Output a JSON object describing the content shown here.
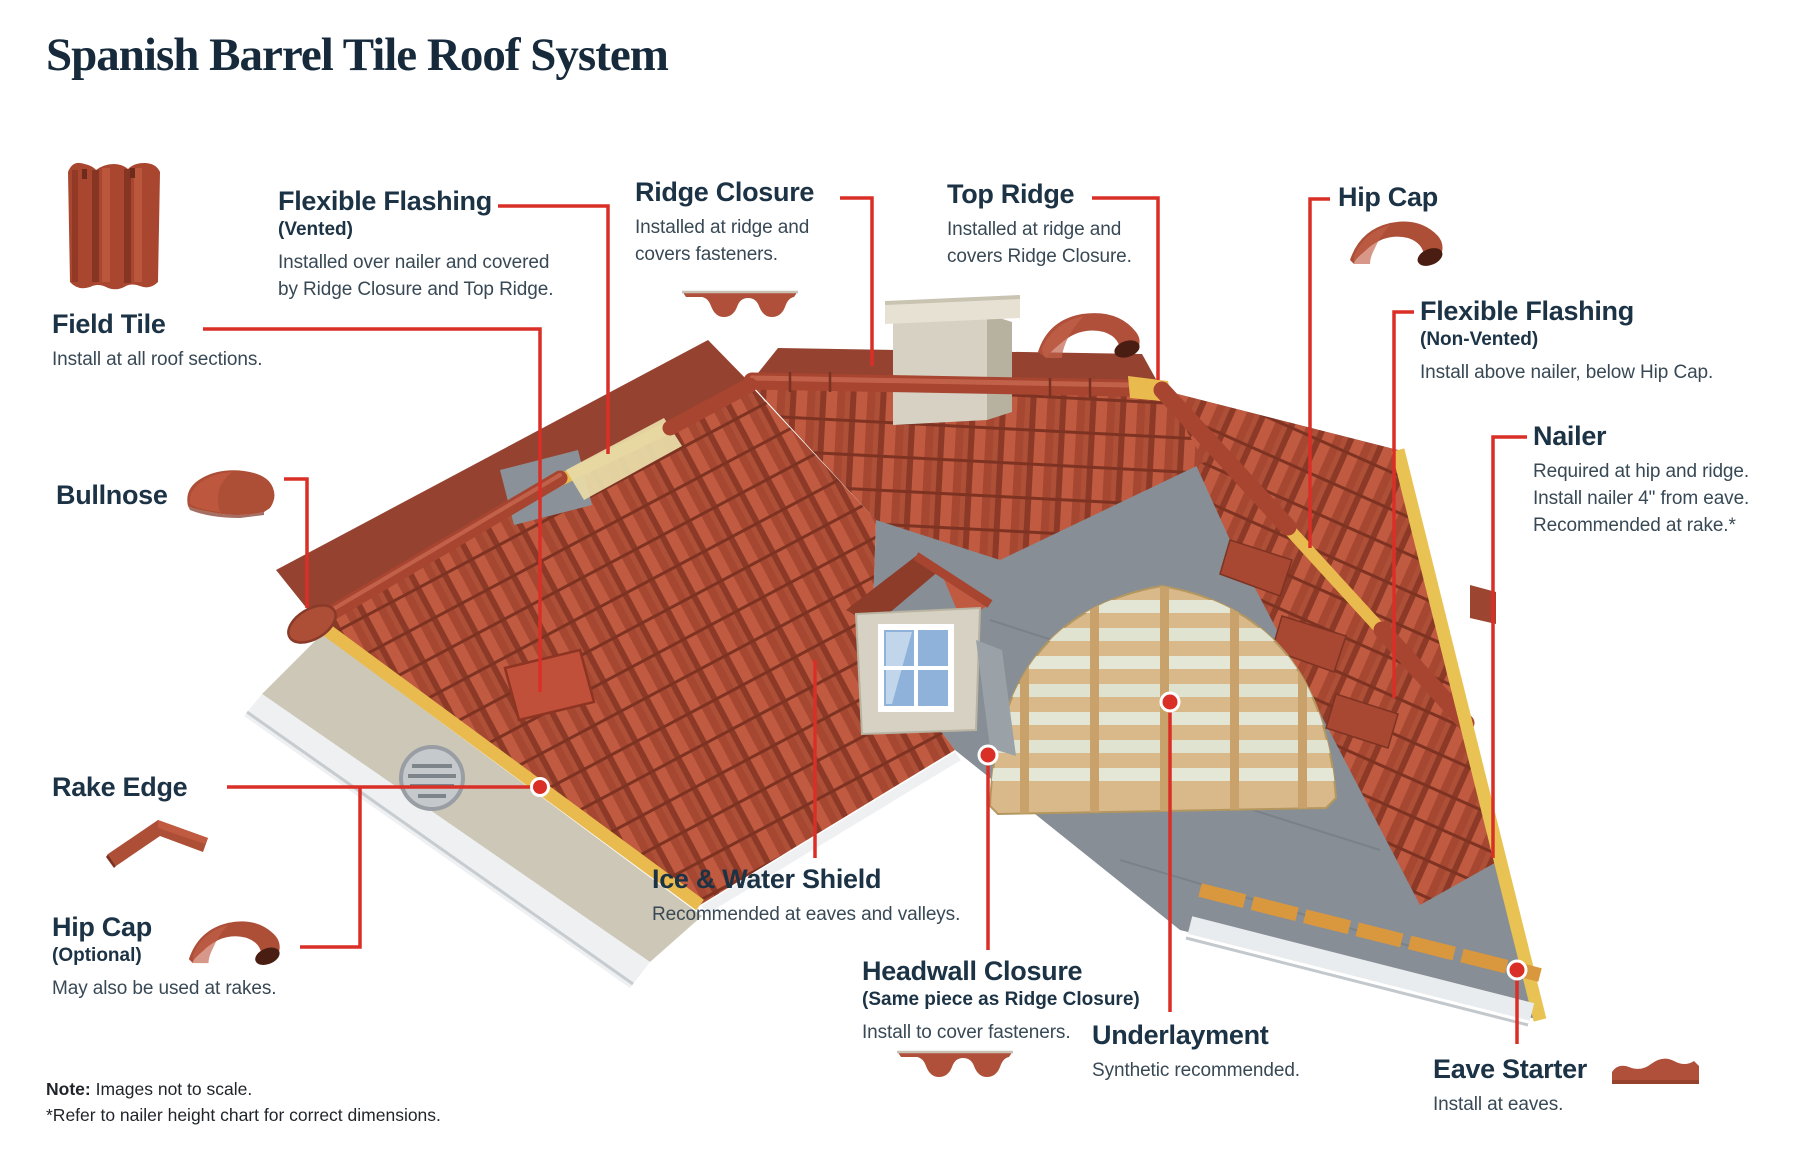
{
  "title": "Spanish Barrel Tile Roof System",
  "colors": {
    "accent_red": "#da2f27",
    "heading_navy": "#1c3245",
    "desc_gray": "#384955",
    "tile_terracotta": "#ae4f38",
    "nailer_yellow": "#e9bb4e",
    "underlayment_gray": "#878e95",
    "plywood_tan": "#d9b98a"
  },
  "callouts": {
    "field_tile": {
      "name": "Field Tile",
      "desc": "Install at all roof sections."
    },
    "flexible_flashing_vented": {
      "name": "Flexible Flashing",
      "qualifier": "(Vented)",
      "desc": "Installed over nailer and covered by Ridge Closure and Top Ridge."
    },
    "ridge_closure": {
      "name": "Ridge Closure",
      "desc": "Installed at ridge and covers fasteners."
    },
    "top_ridge": {
      "name": "Top Ridge",
      "desc": "Installed at ridge and covers Ridge Closure."
    },
    "hip_cap": {
      "name": "Hip Cap"
    },
    "flexible_flashing_nonvented": {
      "name": "Flexible Flashing",
      "qualifier": "(Non-Vented)",
      "desc": "Install above nailer, below Hip Cap."
    },
    "nailer": {
      "name": "Nailer",
      "desc": "Required at hip and ridge. Install nailer 4\" from eave. Recommended at rake.*"
    },
    "bullnose": {
      "name": "Bullnose"
    },
    "rake_edge": {
      "name": "Rake Edge"
    },
    "hip_cap_optional": {
      "name": "Hip Cap",
      "qualifier": "(Optional)",
      "desc": "May also be used at rakes."
    },
    "ice_water_shield": {
      "name": "Ice & Water Shield",
      "desc": "Recommended at eaves and valleys."
    },
    "headwall_closure": {
      "name": "Headwall Closure",
      "qualifier": "(Same piece as Ridge Closure)",
      "desc": "Install to cover fasteners."
    },
    "underlayment": {
      "name": "Underlayment",
      "desc": "Synthetic recommended."
    },
    "eave_starter": {
      "name": "Eave Starter",
      "desc": "Install at eaves."
    }
  },
  "product_images": {
    "field_tile": "field-tile-front-view",
    "ridge_closure": "ridge-closure-wavy-strip",
    "top_ridge": "top-ridge-barrel-tile",
    "hip_cap": "hip-cap-barrel-tile",
    "bullnose": "bullnose-cap-tile",
    "rake_edge": "rake-edge-angle-tile",
    "hip_cap_optional": "hip-cap-barrel-tile",
    "headwall_closure": "headwall-closure-wavy-strip",
    "eave_starter": "eave-starter-strip"
  },
  "note": {
    "label": "Note:",
    "line1": "Images not to scale.",
    "line2": "*Refer to nailer height chart for correct dimensions."
  }
}
